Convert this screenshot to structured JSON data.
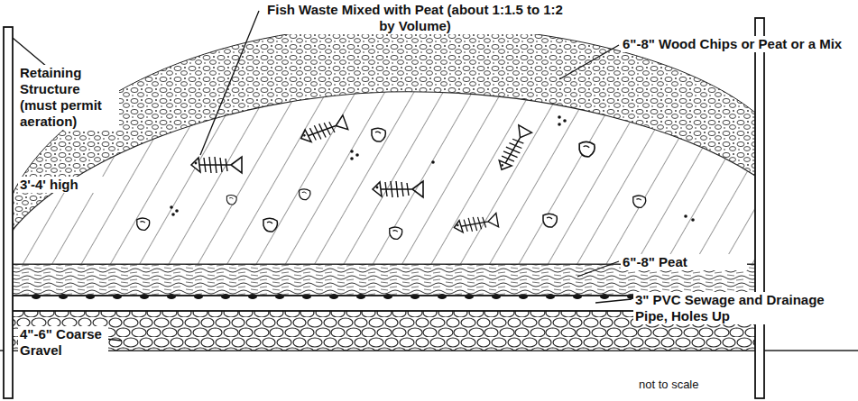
{
  "diagram": {
    "labels": [
      "Fish Waste Mixed with Peat (about 1:1.5 to 1:2 by Volume)",
      "Retaining Structure (must permit aeration)",
      "3'-4' high",
      "6\"-8\" Wood Chips or Peat or a Mix",
      "6\"-8\" Peat",
      "3\" PVC Sewage and Drainage Pipe, Holes Up",
      "4\"-6\" Coarse Gravel",
      "not to scale"
    ]
  }
}
